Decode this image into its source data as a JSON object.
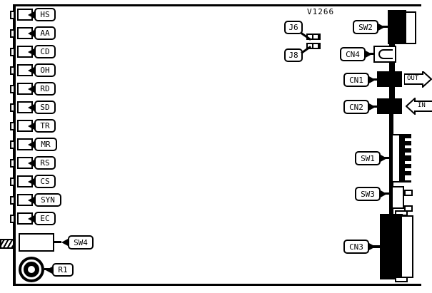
{
  "diagram": {
    "title": "V1266",
    "type": "modem-board-layout"
  },
  "leds": [
    {
      "label": "HS",
      "name": "led-hs"
    },
    {
      "label": "AA",
      "name": "led-aa"
    },
    {
      "label": "CD",
      "name": "led-cd"
    },
    {
      "label": "OH",
      "name": "led-oh"
    },
    {
      "label": "RD",
      "name": "led-rd"
    },
    {
      "label": "SD",
      "name": "led-sd"
    },
    {
      "label": "TR",
      "name": "led-tr"
    },
    {
      "label": "MR",
      "name": "led-mr"
    },
    {
      "label": "RS",
      "name": "led-rs"
    },
    {
      "label": "CS",
      "name": "led-cs"
    },
    {
      "label": "SYN",
      "name": "led-syn"
    },
    {
      "label": "EC",
      "name": "led-ec"
    }
  ],
  "jumpers": [
    {
      "label": "J6",
      "name": "jumper-j6"
    },
    {
      "label": "J8",
      "name": "jumper-j8"
    }
  ],
  "switches": [
    {
      "label": "SW1",
      "name": "switch-sw1"
    },
    {
      "label": "SW2",
      "name": "switch-sw2"
    },
    {
      "label": "SW3",
      "name": "switch-sw3"
    },
    {
      "label": "SW4",
      "name": "switch-sw4"
    }
  ],
  "connectors": [
    {
      "label": "CN1",
      "name": "connector-cn1"
    },
    {
      "label": "CN2",
      "name": "connector-cn2"
    },
    {
      "label": "CN3",
      "name": "connector-cn3"
    },
    {
      "label": "CN4",
      "name": "connector-cn4"
    }
  ],
  "controls": [
    {
      "label": "R1",
      "name": "potentiometer-r1"
    }
  ],
  "arrows": [
    {
      "label": "OUT",
      "name": "arrow-out",
      "direction": "right"
    },
    {
      "label": "IN",
      "name": "arrow-in",
      "direction": "left"
    }
  ],
  "colors": {
    "ink": "#000000",
    "paper": "#ffffff"
  }
}
